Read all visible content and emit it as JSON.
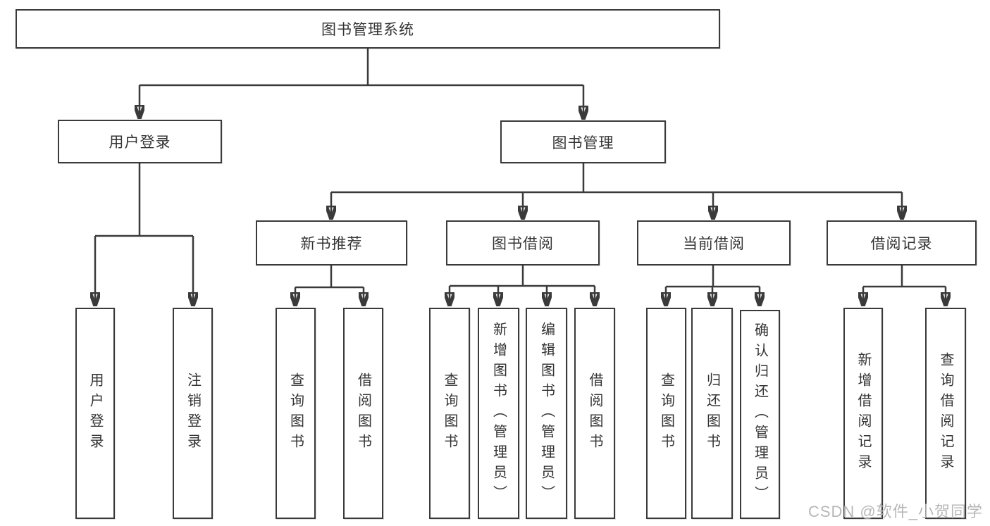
{
  "diagram": {
    "root": {
      "label": "图书管理系统"
    },
    "branches": [
      {
        "label": "用户登录",
        "children": [
          {
            "label": "用户登录"
          },
          {
            "label": "注销登录"
          }
        ]
      },
      {
        "label": "图书管理",
        "sections": [
          {
            "label": "新书推荐",
            "children": [
              {
                "label": "查询图书"
              },
              {
                "label": "借阅图书"
              }
            ]
          },
          {
            "label": "图书借阅",
            "children": [
              {
                "label": "查询图书"
              },
              {
                "label": "新增图书（管理员）"
              },
              {
                "label": "编辑图书（管理员）"
              },
              {
                "label": "借阅图书"
              }
            ]
          },
          {
            "label": "当前借阅",
            "children": [
              {
                "label": "查询图书"
              },
              {
                "label": "归还图书"
              },
              {
                "label": "确认归还（管理员）"
              }
            ]
          },
          {
            "label": "借阅记录",
            "children": [
              {
                "label": "新增借阅记录"
              },
              {
                "label": "查询借阅记录"
              }
            ]
          }
        ]
      }
    ]
  },
  "watermark": {
    "text": "CSDN @软件_小贺同学"
  },
  "colors": {
    "line": "#3a3a3a",
    "text": "#333333",
    "watermark": "#b7b7b7",
    "background": "#ffffff"
  }
}
